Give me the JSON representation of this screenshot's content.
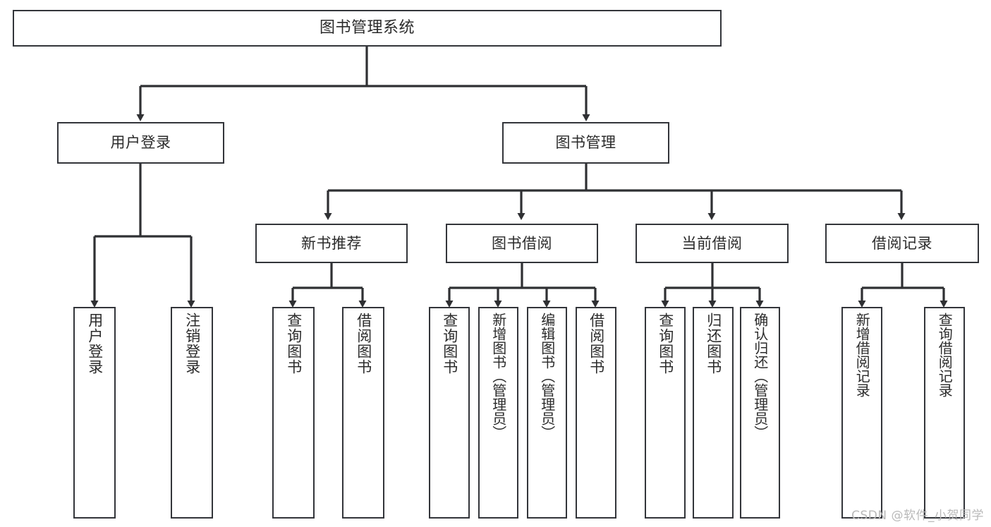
{
  "diagram": {
    "type": "tree-hierarchy-chart",
    "title": "图书管理系统",
    "colors": {
      "box_border": "#33353a",
      "box_fill": "#ffffff",
      "connector": "#2f3033",
      "text": "#2b2b2b",
      "watermark": "#b9b9b9",
      "background": "#ffffff"
    },
    "root": {
      "label": "图书管理系统"
    },
    "level2": [
      {
        "label": "用户登录"
      },
      {
        "label": "图书管理"
      }
    ],
    "level3": [
      {
        "label": "新书推荐"
      },
      {
        "label": "图书借阅"
      },
      {
        "label": "当前借阅"
      },
      {
        "label": "借阅记录"
      }
    ],
    "leaves": {
      "user_login": [
        {
          "label": "用户登录"
        },
        {
          "label": "注销登录"
        }
      ],
      "new_book_recommend": [
        {
          "label": "查询图书"
        },
        {
          "label": "借阅图书"
        }
      ],
      "book_borrow": [
        {
          "label": "查询图书"
        },
        {
          "label": "新增图书（管理员）"
        },
        {
          "label": "编辑图书（管理员）"
        },
        {
          "label": "借阅图书"
        }
      ],
      "current_borrow": [
        {
          "label": "查询图书"
        },
        {
          "label": "归还图书"
        },
        {
          "label": "确认归还（管理员）"
        }
      ],
      "borrow_record": [
        {
          "label": "新增借阅记录"
        },
        {
          "label": "查询借阅记录"
        }
      ]
    }
  },
  "watermark": {
    "text": "CSDN @软件_小贺同学"
  }
}
